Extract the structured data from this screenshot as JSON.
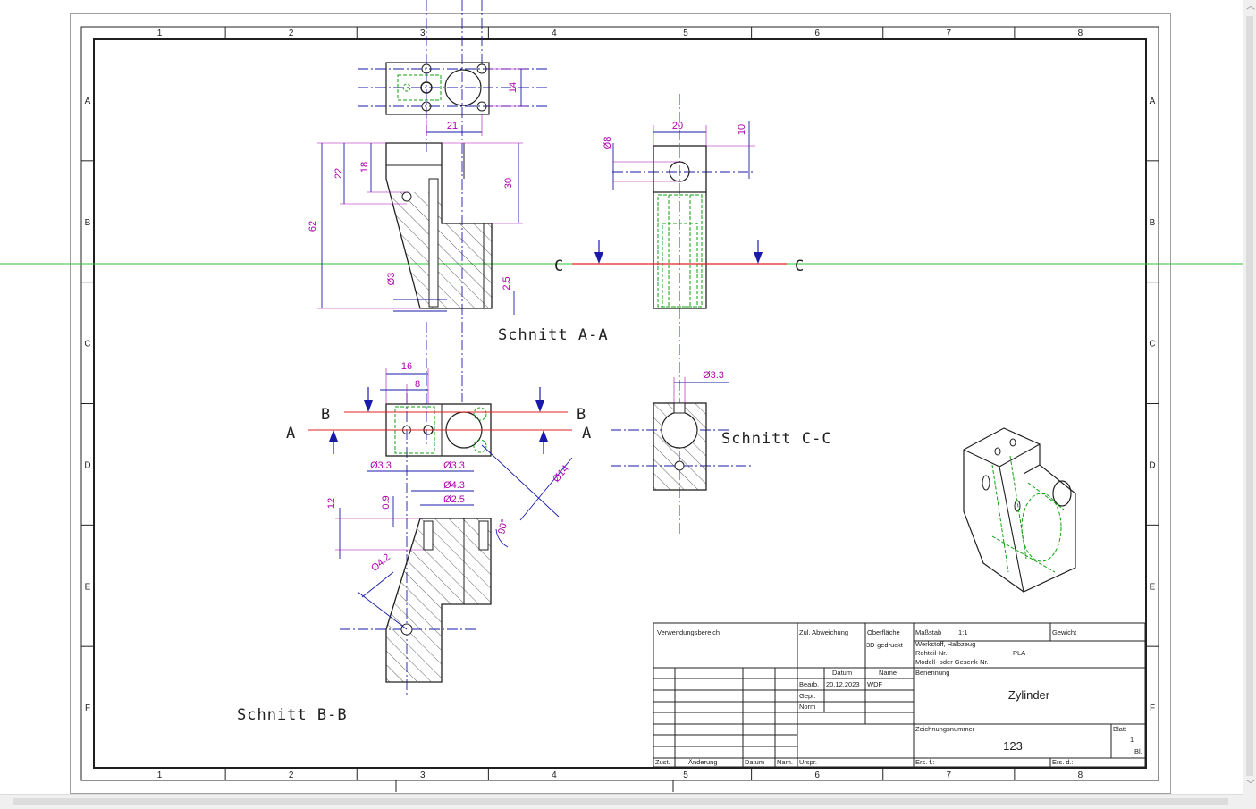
{
  "sheet": {
    "zone_columns": [
      "1",
      "2",
      "3",
      "4",
      "5",
      "6",
      "7",
      "8"
    ],
    "zone_rows": [
      "A",
      "B",
      "C",
      "D",
      "E",
      "F"
    ]
  },
  "views": {
    "section_aa": "Schnitt A-A",
    "section_bb": "Schnitt B-B",
    "section_cc": "Schnitt C-C",
    "cut_letters": {
      "a": "A",
      "b": "B",
      "c": "C"
    }
  },
  "dimensions": {
    "top_14": "14",
    "top_21": "21",
    "aa_22": "22",
    "aa_18": "18",
    "aa_30": "30",
    "aa_62": "62",
    "aa_dia3": "Ø3",
    "aa_25": "2.5",
    "side_20": "20",
    "side_10": "10",
    "side_dia8": "Ø8",
    "plan_16": "16",
    "plan_8": "8",
    "plan_dia33_left": "Ø3.3",
    "plan_dia33_right": "Ø3.3",
    "plan_dia43": "Ø4.3",
    "plan_dia25": "Ø2.5",
    "plan_dia14": "Ø14",
    "cc_dia33": "Ø3.3",
    "bb_12": "12",
    "bb_09": "0.9",
    "bb_dia42": "Ø4.2",
    "bb_90": "90°"
  },
  "title_block": {
    "verwendungsbereich": "Verwendungsbereich",
    "zul_abweichung": "Zul. Abweichung",
    "oberflaeche": "Oberfläche",
    "oberflaeche_value": "3D-gedruckt",
    "massstab_label": "Maßstab",
    "massstab_value": "1:1",
    "gewicht": "Gewicht",
    "werkstoff": "Werkstoff, Halbzeug",
    "rohteil_label": "Rohteil-Nr.",
    "rohteil_value": "PLA",
    "modell": "Modell- oder Gesenk-Nr.",
    "datum": "Datum",
    "name": "Name",
    "bearb": "Bearb.",
    "bearb_date": "20.12.2023",
    "bearb_name": "WDF",
    "gepr": "Gepr.",
    "norm": "Norm",
    "benennung": "Benennung",
    "title": "Zylinder",
    "zeichnungsnummer_label": "Zeichnungsnummer",
    "zeichnungsnummer": "123",
    "blatt_label": "Blatt",
    "blatt_value": "1",
    "bl": "Bl.",
    "zust": "Zust.",
    "aenderung": "Änderung",
    "datum2": "Datum",
    "nam": "Nam.",
    "urspr": "Urspr.",
    "ers_f": "Ers. f.:",
    "ers_d": "Ers. d.:"
  },
  "colors": {
    "outline": "#202020",
    "dimension": "#b000b0",
    "centerline": "#1a1aaa",
    "hidden": "#10a010",
    "cutline": "#e02020",
    "guide": "#30c030"
  }
}
